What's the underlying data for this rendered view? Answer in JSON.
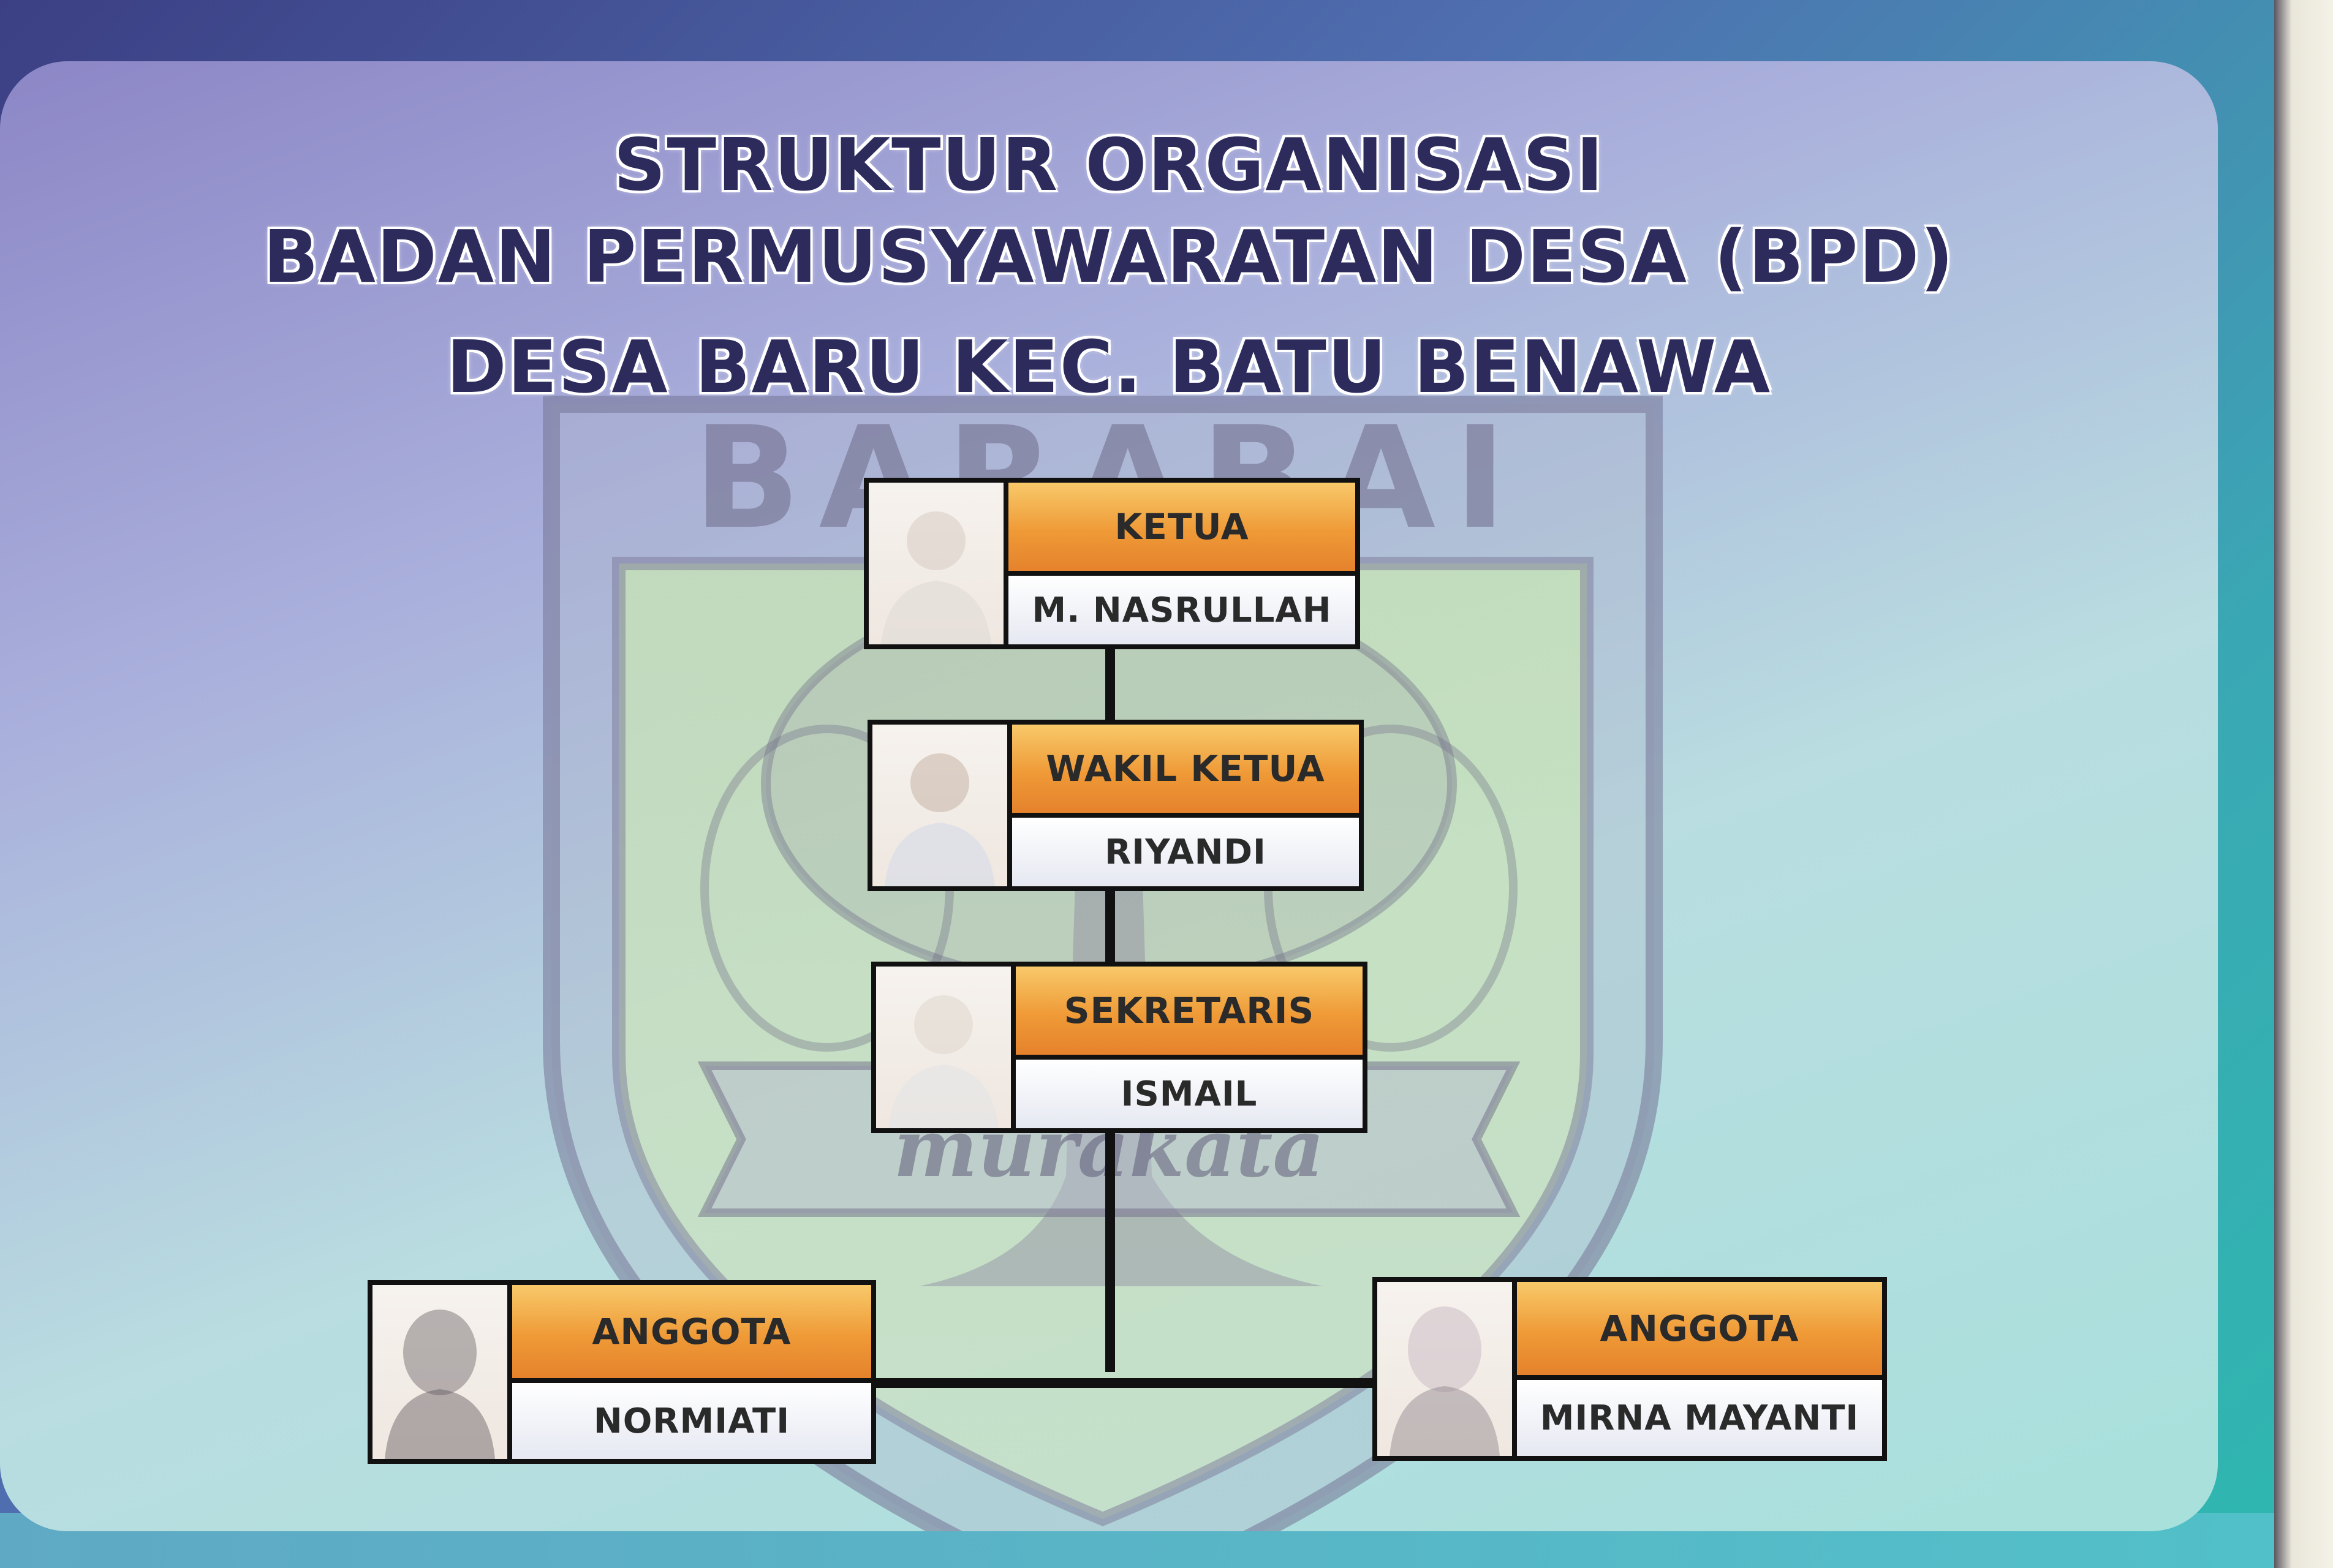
{
  "title": {
    "line1": "STRUKTUR ORGANISASI",
    "line2": "BADAN PERMUSYAWARATAN DESA (BPD)",
    "line3": "DESA BARU KEC. BATU BENAWA"
  },
  "emblem": {
    "top_text": "BARABAI",
    "ribbon_text": "murakata",
    "icon": "regency-shield-emblem"
  },
  "colors": {
    "role_fill": "#ef9a37",
    "name_fill": "#ffffff",
    "title_text": "#2c2b5c",
    "connector": "#111111"
  },
  "members": [
    {
      "role": "KETUA",
      "name": "M. NASRULLAH"
    },
    {
      "role": "WAKIL KETUA",
      "name": "RIYANDI"
    },
    {
      "role": "SEKRETARIS",
      "name": "ISMAIL"
    },
    {
      "role": "ANGGOTA",
      "name": "NORMIATI"
    },
    {
      "role": "ANGGOTA",
      "name": "MIRNA MAYANTI"
    }
  ]
}
